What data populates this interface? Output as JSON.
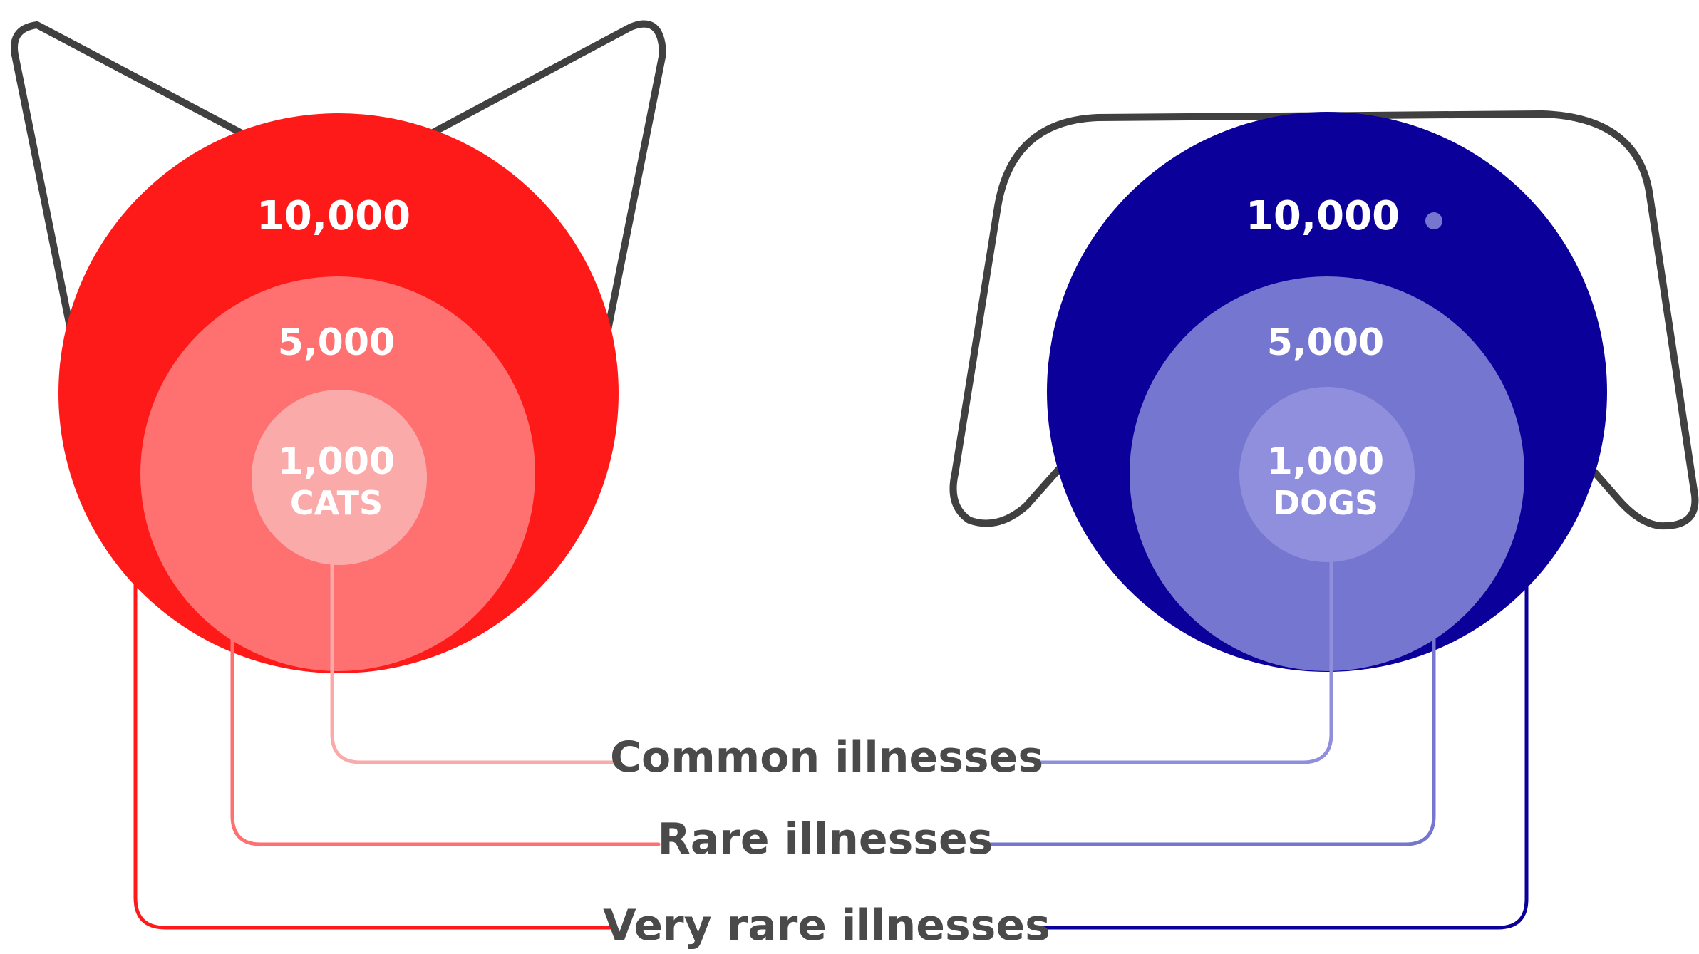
{
  "colors": {
    "cat_outer": "#ff1a1a",
    "cat_middle": "#ff7070",
    "cat_inner": "#fbaaaa",
    "dog_outer": "#0c009a",
    "dog_middle": "#7476cf",
    "dog_inner": "#8f8fdd",
    "outline": "#404040",
    "label_text": "#4a4a4a"
  },
  "cats": {
    "outer_value": "10,000",
    "middle_value": "5,000",
    "inner_value": "1,000",
    "animal_label": "CATS"
  },
  "dogs": {
    "outer_value": "10,000",
    "middle_value": "5,000",
    "inner_value": "1,000",
    "animal_label": "DOGS"
  },
  "categories": {
    "common": "Common illnesses",
    "rare": "Rare illnesses",
    "very_rare": "Very rare illnesses"
  }
}
